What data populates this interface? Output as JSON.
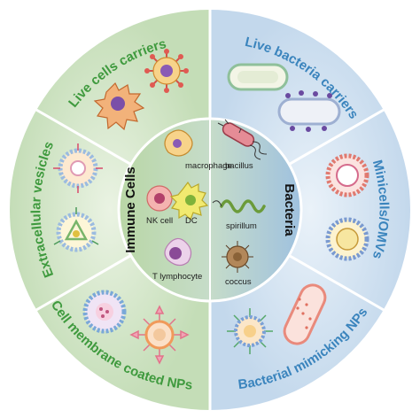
{
  "colors": {
    "green_outer": "#cfe3c4",
    "green_text": "#3f9a3e",
    "blue_outer": "#cfe0ef",
    "blue_text": "#3a84bd",
    "divider": "#ffffff"
  },
  "segments": {
    "live_cells": "Live cells carriers",
    "live_bacteria": "Live bacteria carriers",
    "extracellular": "Extracellular vesicles",
    "minicells": "Minicells/OMVs",
    "cell_membrane": "Cell membrane coated NPs",
    "bacterial_mimicking": "Bacterial mimicking NPs"
  },
  "core": {
    "immune_title": "Immune Cells",
    "bacteria_title": "Bacteria",
    "immune_items": [
      "macrophage",
      "NK cell",
      "DC",
      "T lymphocyte"
    ],
    "bacteria_items": [
      "bacillus",
      "spirillum",
      "coccus"
    ]
  },
  "icons": [
    "macrophage-icon",
    "dendritic-cell-icon",
    "nk-cell-icon",
    "t-lymphocyte-icon",
    "bacillus-icon",
    "spirillum-icon",
    "coccus-icon",
    "capsule-bacteria-icon",
    "vesicle-icon",
    "omv-icon",
    "coated-np-icon",
    "mimicking-np-icon"
  ]
}
